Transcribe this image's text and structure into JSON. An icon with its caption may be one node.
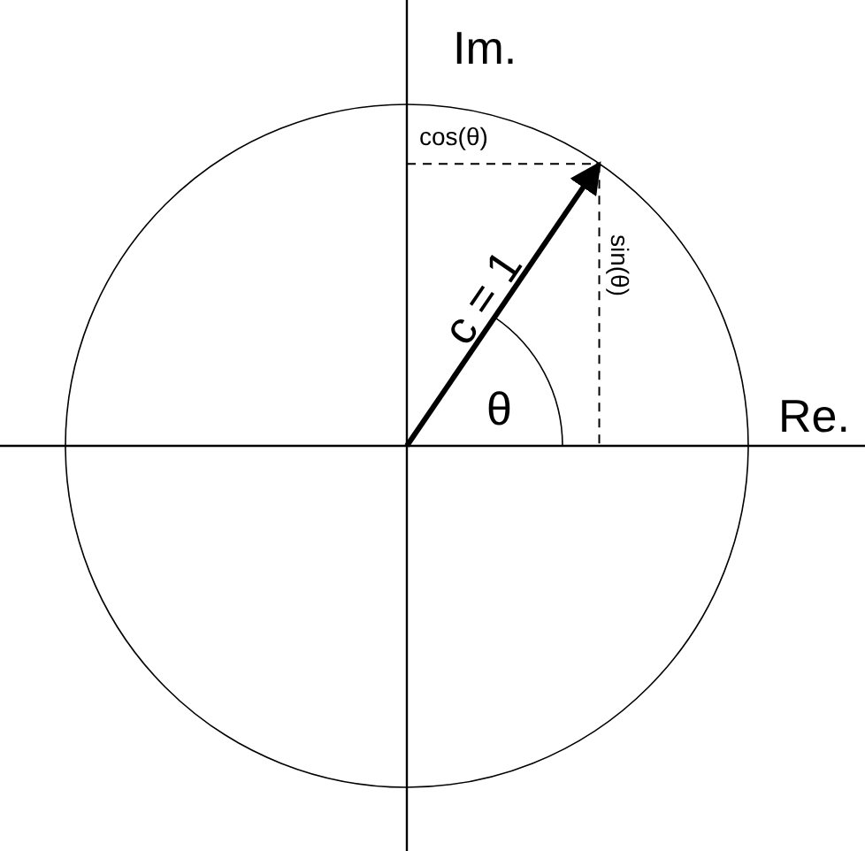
{
  "diagram": {
    "labels": [
      "Im.",
      "cos(θ)",
      "c = 1",
      "sin(θ)",
      "θ",
      "Re."
    ]
  }
}
